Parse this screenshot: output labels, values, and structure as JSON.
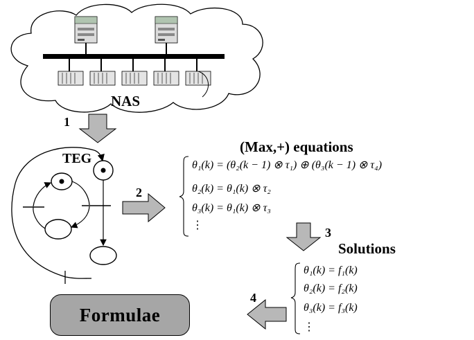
{
  "cloud": {
    "label": "NAS"
  },
  "teg": {
    "label": "TEG"
  },
  "steps": {
    "s1": "1",
    "s2": "2",
    "s3": "3",
    "s4": "4"
  },
  "maxplus": {
    "title": "(Max,+) equations",
    "lines": [
      "θ₁(k) = (θ₂(k − 1) ⊗ τ₁) ⊕ (θ₃(k − 1) ⊗ τ₄)",
      "θ₂(k) = θ₁(k) ⊗ τ₂",
      "θ₃(k) = θ₁(k) ⊗ τ₃",
      "⋮"
    ]
  },
  "solutions": {
    "title": "Solutions",
    "lines": [
      "θ₁(k) = f₁(k)",
      "θ₂(k) = f₂(k)",
      "θ₃(k) = f₃(k)",
      "⋮"
    ]
  },
  "formulae": {
    "label": "Formulae"
  },
  "colors": {
    "arrow_fill": "#b8b8b8",
    "box_fill": "#a6a6a6",
    "stroke": "#000000"
  },
  "icons": [
    "server-icon",
    "storage-rack-icon",
    "token-icon",
    "block-arrow-icon"
  ]
}
